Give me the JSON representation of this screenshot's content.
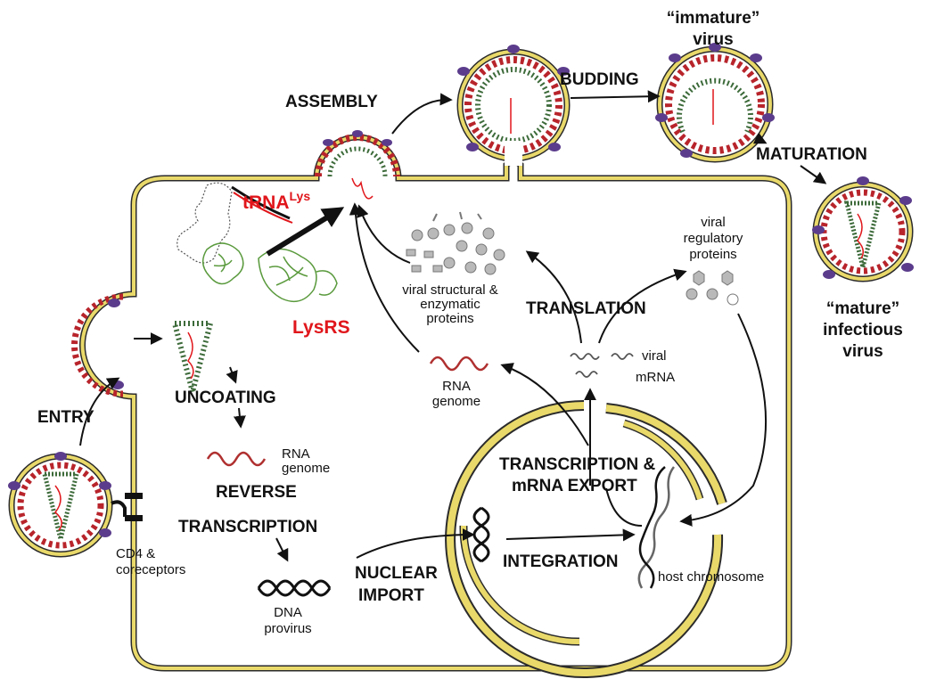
{
  "stages": {
    "assembly": "ASSEMBLY",
    "budding": "BUDDING",
    "immature_line1": "“immature”",
    "immature_line2": "virus",
    "maturation": "MATURATION",
    "mature_line1": "“mature”",
    "mature_line2": "infectious",
    "mature_line3": "virus",
    "entry": "ENTRY",
    "uncoating": "UNCOATING",
    "reverse_line1": "REVERSE",
    "reverse_line2": "TRANSCRIPTION",
    "nuclear_line1": "NUCLEAR",
    "nuclear_line2": "IMPORT",
    "integration": "INTEGRATION",
    "transcription_line1": "TRANSCRIPTION &",
    "transcription_line2": "mRNA EXPORT",
    "translation": "TRANSLATION"
  },
  "labels": {
    "trna": "tRNA",
    "trna_sup": "Lys",
    "lysrs": "LysRS",
    "structural_line1": "viral structural &",
    "structural_line2": "enzymatic",
    "structural_line3": "proteins",
    "regulatory_line1": "viral",
    "regulatory_line2": "regulatory",
    "regulatory_line3": "proteins",
    "rna_genome_cyto_line1": "RNA",
    "rna_genome_cyto_line2": "genome",
    "viral_mrna_line1": "viral",
    "viral_mrna_line2": "mRNA",
    "rna_genome_line1": "RNA",
    "rna_genome_line2": "genome",
    "cd4_line1": "CD4 &",
    "cd4_line2": "coreceptors",
    "dna_line1": "DNA",
    "dna_line2": "provirus",
    "host_chromosome": "host chromosome"
  },
  "colors": {
    "membrane": "#e9d96a",
    "membrane_edge": "#2b2b2b",
    "envelope_protein": "#5b3c8c",
    "matrix_bead": "#b8242b",
    "capsid": "#3d6b3a",
    "highlight": "#e0161b",
    "rna": "#b03030",
    "protein_grey": "#b9b9b9"
  }
}
